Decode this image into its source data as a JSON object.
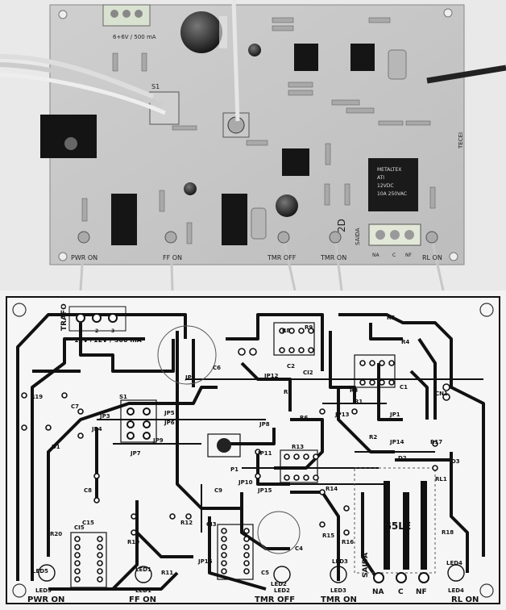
{
  "photo": {
    "trafo_rating": "6+6V / 500 mA",
    "s1": "S1",
    "relay": {
      "brand": "METALTEX",
      "model": "ATI",
      "line": "12VDC",
      "spec": "10A 250VAC"
    },
    "saida": "SAIDA",
    "relay_terminals": [
      "NA",
      "C",
      "NF"
    ],
    "bottom_labels": [
      "PWR ON",
      "FF ON",
      "TMR OFF",
      "TMR ON",
      "RL ON"
    ],
    "mark_2d": "2D",
    "brand_strip": "TECEI"
  },
  "layout": {
    "trafo_title": "TRAFO",
    "trafo_rating": "12V+12V / 500 mA",
    "trafo_pins": [
      "1",
      "2",
      "3"
    ],
    "components": [
      "C6",
      "JP2",
      "JP12",
      "R19",
      "C7",
      "JP3",
      "S1",
      "JP5",
      "JP6",
      "JP4",
      "JP9",
      "C9",
      "JP7",
      "D1",
      "C8",
      "C15",
      "R20",
      "JP8",
      "JP11",
      "R13",
      "P1",
      "JP10",
      "CI3",
      "R10",
      "JP16",
      "LED1",
      "R11",
      "R12",
      "C5",
      "LED2",
      "C4",
      "R16",
      "R15",
      "R14",
      "JP15",
      "R8",
      "R9",
      "C2",
      "R7",
      "R6",
      "R3",
      "JP13",
      "R2",
      "R1",
      "R4",
      "R5",
      "C1",
      "CN1",
      "JP1",
      "JP14",
      "R17",
      "D2",
      "RL1",
      "D3",
      "R18",
      "LED3",
      "LED4",
      "LED5",
      "CI2",
      "CI5"
    ],
    "relay_name": "G5LE",
    "saida": "SAIDA",
    "relay_terminals": [
      "NA",
      "C",
      "NF"
    ],
    "bottom_labels": [
      "PWR ON",
      "FF ON",
      "TMR OFF",
      "TMR ON",
      "RL ON"
    ],
    "led_labels": [
      "LED5",
      "LED1",
      "LED2",
      "LED3",
      "LED4"
    ]
  }
}
